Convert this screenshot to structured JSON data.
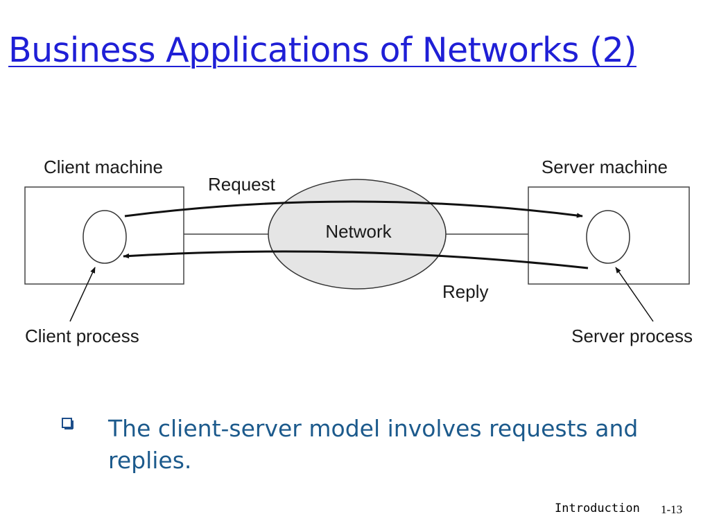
{
  "slide": {
    "title": "Business Applications of Networks (2)",
    "bullet": "The client-server model involves requests and replies."
  },
  "diagram": {
    "client_machine_label": "Client machine",
    "server_machine_label": "Server machine",
    "network_label": "Network",
    "request_label": "Request",
    "reply_label": "Reply",
    "client_process_label": "Client process",
    "server_process_label": "Server process"
  },
  "footer": {
    "section": "Introduction",
    "page": "1-13"
  },
  "colors": {
    "title": "#1f1fd6",
    "bullet_text": "#1c5a8c",
    "network_fill": "#e5e5e5"
  },
  "icons": {
    "bullet": "hollow-square-bullet-icon"
  }
}
